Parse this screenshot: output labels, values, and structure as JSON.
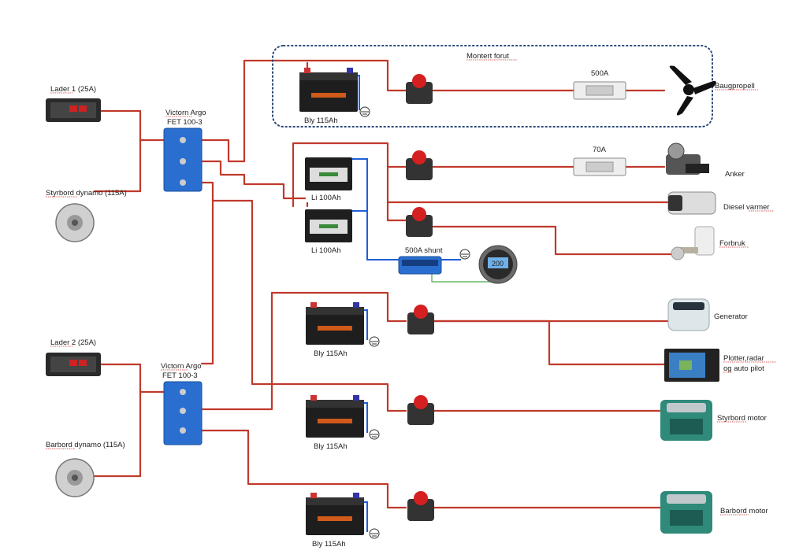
{
  "labels": {
    "front_mounted": "Montert forut",
    "charger1": "Lader 1 (25A)",
    "charger2": "Lader 2 (25A)",
    "stb_alternator": "Styrbord dynamo (115A)",
    "port_alternator": "Barbord dynamo (115A)",
    "argo1_line1": "Victorn Argo",
    "argo1_line2": "FET 100-3",
    "argo2_line1": "Victorn Argo",
    "argo2_line2": "FET 100-3",
    "bat_bow": "Bly 115Ah",
    "bat_li1": "Li 100Ah",
    "bat_li2": "Li 100Ah",
    "bat_gen": "Bly 115Ah",
    "bat_stb": "Bly 115Ah",
    "bat_port": "Bly 115Ah",
    "fuse_500": "500A",
    "fuse_70": "70A",
    "shunt": "500A shunt",
    "bow_thruster": "Baugpropell",
    "anchor": "Anker",
    "diesel_heater": "Diesel varmer",
    "consumers": "Forbruk",
    "generator": "Generator",
    "plotter_line1": "Plotter,radar",
    "plotter_line2": "og auto pilot",
    "stb_engine": "Styrbord motor",
    "port_engine": "Barbord motor",
    "monitor_display": "200"
  },
  "colors": {
    "positive_wire": "#c0392b",
    "negative_wire": "#1f5fd6",
    "signal_wire": "#4aa84a",
    "dotted_box": "#2b4a7a",
    "argo_blue": "#2a6fd0",
    "switch_red": "#d42020"
  }
}
